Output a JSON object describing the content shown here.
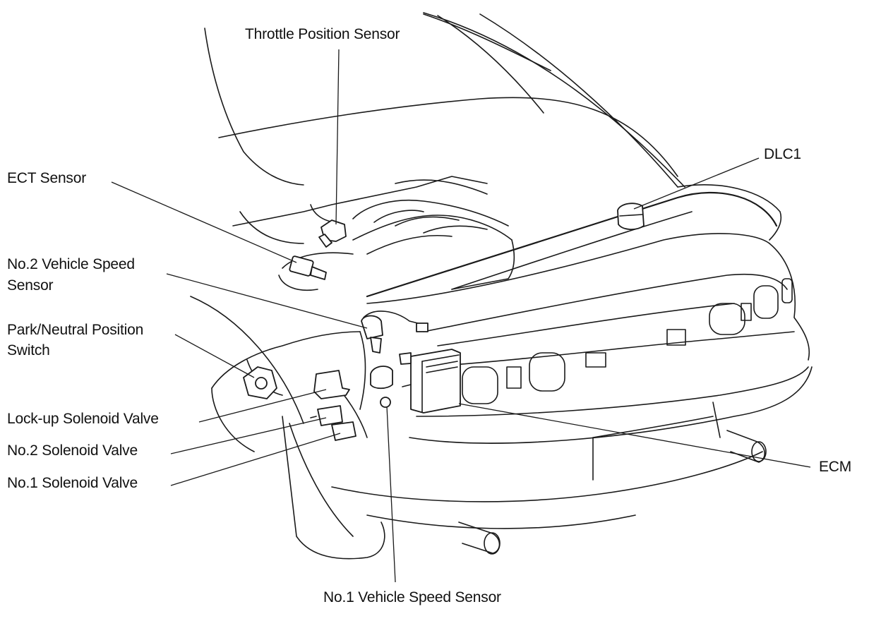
{
  "labels": {
    "throttle_position_sensor": "Throttle Position Sensor",
    "dlc1": "DLC1",
    "ect_sensor": "ECT Sensor",
    "no2_vehicle_speed_sensor_line1": "No.2 Vehicle Speed",
    "no2_vehicle_speed_sensor_line2": "Sensor",
    "park_neutral_line1": "Park/Neutral Position",
    "park_neutral_line2": "Switch",
    "lockup_solenoid_valve": "Lock-up Solenoid Valve",
    "no2_solenoid_valve": "No.2 Solenoid Valve",
    "no1_solenoid_valve": "No.1 Solenoid Valve",
    "ecm": "ECM",
    "no1_vehicle_speed_sensor": "No.1 Vehicle Speed Sensor"
  },
  "colors": {
    "ink": "#1a1a1a",
    "background": "#ffffff"
  }
}
